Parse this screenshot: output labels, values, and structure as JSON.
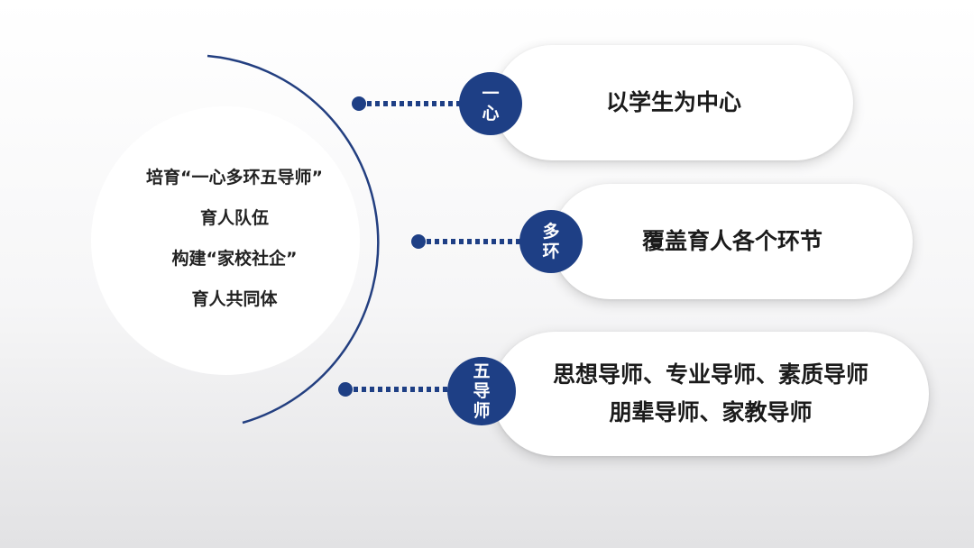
{
  "center": {
    "lines": [
      "培育“一心多环五导师”",
      "育人队伍",
      "构建“家校社企”",
      "育人共同体"
    ]
  },
  "items": [
    {
      "badge": [
        "一",
        "心"
      ],
      "text": [
        "以学生为中心"
      ]
    },
    {
      "badge": [
        "多",
        "环"
      ],
      "text": [
        "覆盖育人各个环节"
      ]
    },
    {
      "badge": [
        "五",
        "导",
        "师"
      ],
      "text": [
        "思想导师、专业导师、素质导师",
        "朋辈导师、家教导师"
      ]
    }
  ],
  "colors": {
    "navy": "#1e3f85",
    "arc": "#233f80",
    "text": "#1b1b1b"
  }
}
